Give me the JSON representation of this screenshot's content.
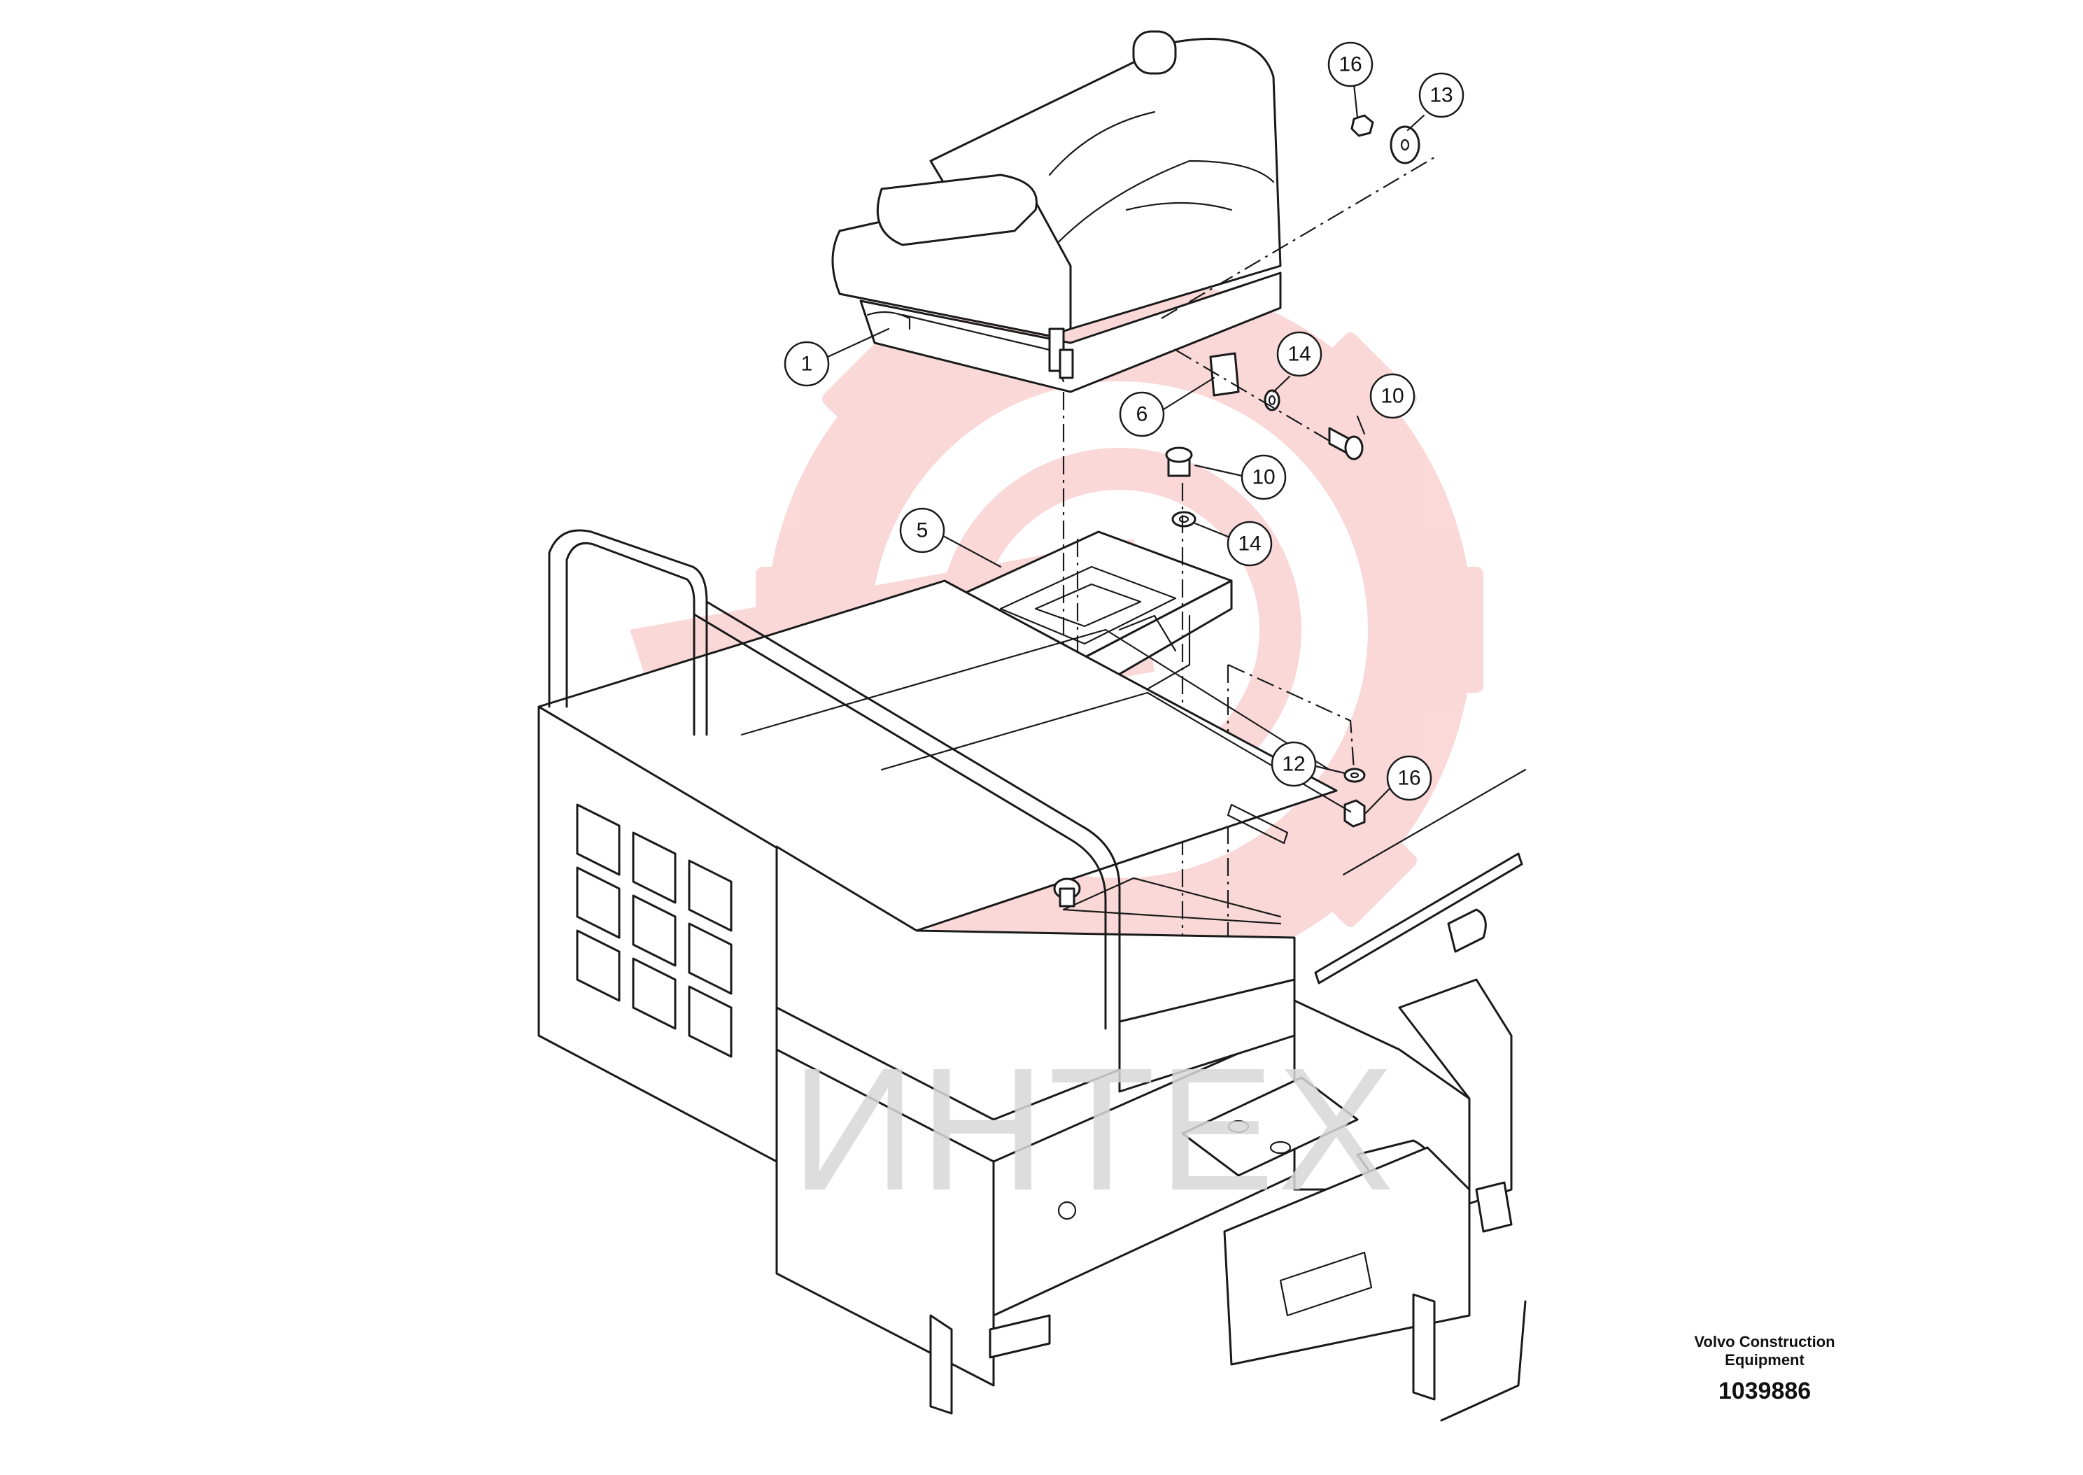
{
  "watermark": {
    "text": "ИНТЕХ",
    "color": "#f7b9b9"
  },
  "callouts": [
    {
      "id": "c-1",
      "label": "1"
    },
    {
      "id": "c-5",
      "label": "5"
    },
    {
      "id": "c-6",
      "label": "6"
    },
    {
      "id": "c-10a",
      "label": "10"
    },
    {
      "id": "c-10b",
      "label": "10"
    },
    {
      "id": "c-12",
      "label": "12"
    },
    {
      "id": "c-13",
      "label": "13"
    },
    {
      "id": "c-14a",
      "label": "14"
    },
    {
      "id": "c-14b",
      "label": "14"
    },
    {
      "id": "c-16a",
      "label": "16"
    },
    {
      "id": "c-16b",
      "label": "16"
    }
  ],
  "brand": {
    "company": "Volvo Construction Equipment",
    "part_number": "1039886"
  }
}
